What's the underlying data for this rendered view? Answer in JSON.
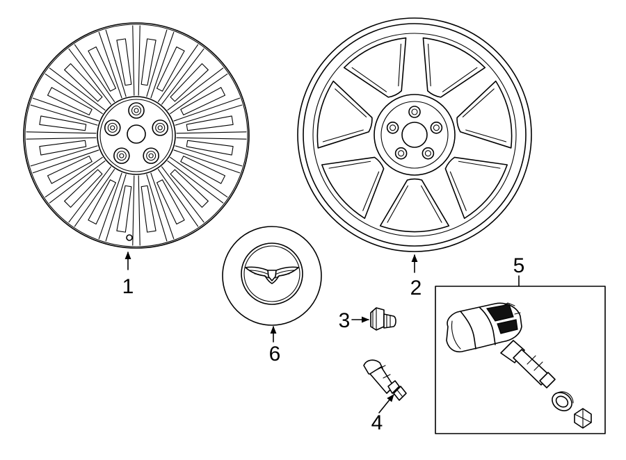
{
  "callouts": {
    "wheel_alloy": "1",
    "wheel_spoke": "2",
    "lug_nut_cap": "3",
    "valve_stem": "4",
    "tpms_kit": "5",
    "center_cap": "6"
  },
  "center_cap_emblem": "winged-emblem"
}
